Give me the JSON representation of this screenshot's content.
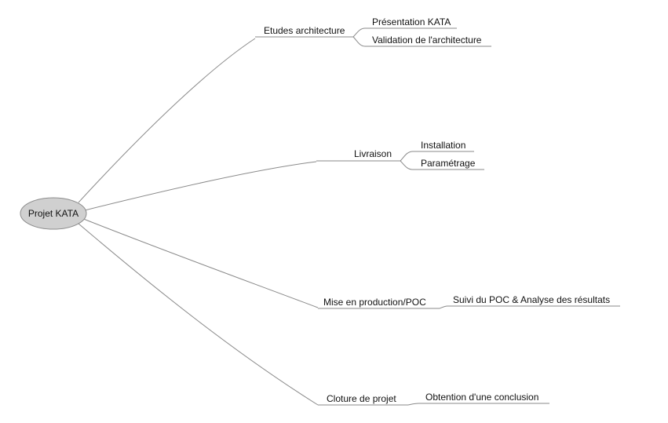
{
  "root": {
    "label": "Projet KATA"
  },
  "branches": [
    {
      "label": "Etudes architecture",
      "children": [
        {
          "label": "Présentation KATA"
        },
        {
          "label": "Validation de l'architecture"
        }
      ]
    },
    {
      "label": "Livraison",
      "children": [
        {
          "label": "Installation"
        },
        {
          "label": "Paramétrage"
        }
      ]
    },
    {
      "label": "Mise en production/POC",
      "children": [
        {
          "label": "Suivi du POC & Analyse des résultats"
        }
      ]
    },
    {
      "label": "Cloture de projet",
      "children": [
        {
          "label": "Obtention d'une conclusion"
        }
      ]
    }
  ]
}
